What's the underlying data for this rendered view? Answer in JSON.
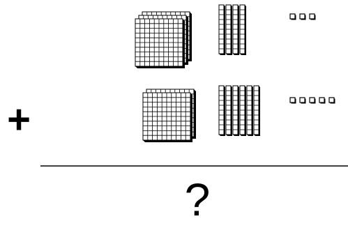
{
  "problem": {
    "operator": "+",
    "answer": "?"
  },
  "addends": [
    {
      "hundreds": 3,
      "tens": 4,
      "ones": 3
    },
    {
      "hundreds": 2,
      "tens": 6,
      "ones": 5
    }
  ],
  "colors": {
    "ink": "#000000",
    "paper": "#ffffff",
    "block_shadow": "#000000"
  }
}
